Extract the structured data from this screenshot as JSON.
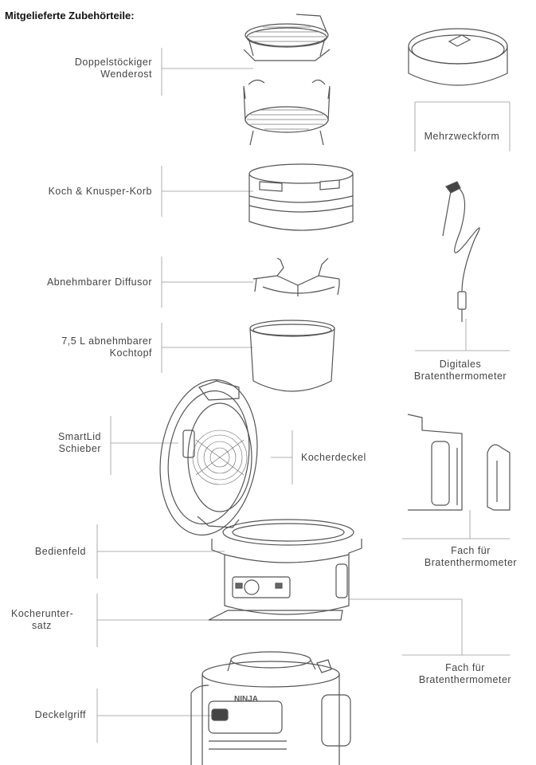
{
  "title": "Mitgelieferte Zubehörteile:",
  "labels": {
    "rack": [
      "Doppelstöckiger",
      "Wenderost"
    ],
    "basket": [
      "Koch & Knusper-Korb"
    ],
    "diffuser": [
      "Abnehmbarer Diffusor"
    ],
    "pot": [
      "7,5 L abnehmbarer",
      "Kochtopf"
    ],
    "smartlid": [
      "SmartLid",
      "Schieber"
    ],
    "lid": [
      "Kocherdeckel"
    ],
    "panel": [
      "Bedienfeld"
    ],
    "base": [
      "Kocherunter-",
      "satz"
    ],
    "handle": [
      "Deckelgriff"
    ],
    "pan": [
      "Mehrzweckform"
    ],
    "thermometer": [
      "Digitales",
      "Bratenthermometer"
    ],
    "holder1": [
      "Fach für",
      "Bratenthermometer"
    ],
    "holder2": [
      "Fach für",
      "Bratenthermometer"
    ]
  },
  "brand": "NINJA"
}
